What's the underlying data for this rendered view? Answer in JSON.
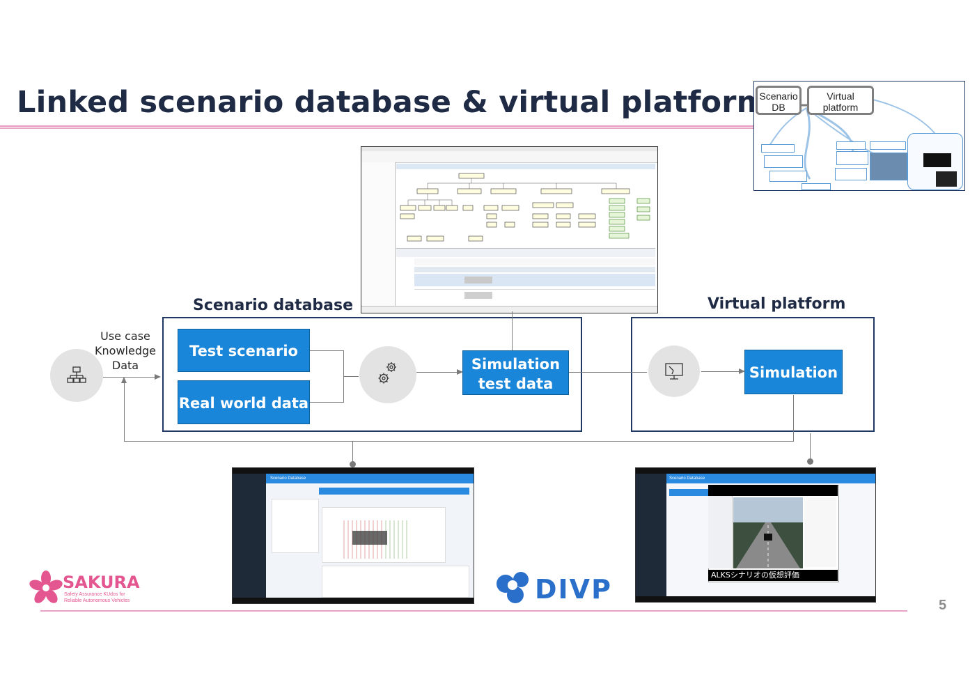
{
  "title": "Linked scenario database & virtual platform",
  "inset": {
    "scenario_db": "Scenario DB",
    "virtual_platform": "Virtual platform"
  },
  "left_label": {
    "line1": "Use case",
    "line2": "Knowledge",
    "line3": "Data"
  },
  "sections": {
    "scenario_database": "Scenario database",
    "virtual_platform": "Virtual platform"
  },
  "boxes": {
    "test_scenario": "Test scenario",
    "real_world_data": "Real world data",
    "sim_test_data_line1": "Simulation",
    "sim_test_data_line2": "test data",
    "simulation": "Simulation"
  },
  "screens": {
    "left_header": "Scenario Database",
    "right_header": "Scenario Database",
    "caption": "ALKSシナリオの仮想評価"
  },
  "logos": {
    "sakura": "SAKURA",
    "sakura_tag1": "Safety Assurance KUdos for",
    "sakura_tag2": "Reliable Autonomous Vehicles",
    "divp": "DIVP"
  },
  "page_number": "5",
  "colors": {
    "accent_blue": "#1a86d9",
    "title_navy": "#1f2a44",
    "rule_pink": "#e7a2c6",
    "frame_navy": "#1f3864"
  },
  "icons": [
    "hierarchy-icon",
    "gears-icon",
    "monitor-icon"
  ]
}
